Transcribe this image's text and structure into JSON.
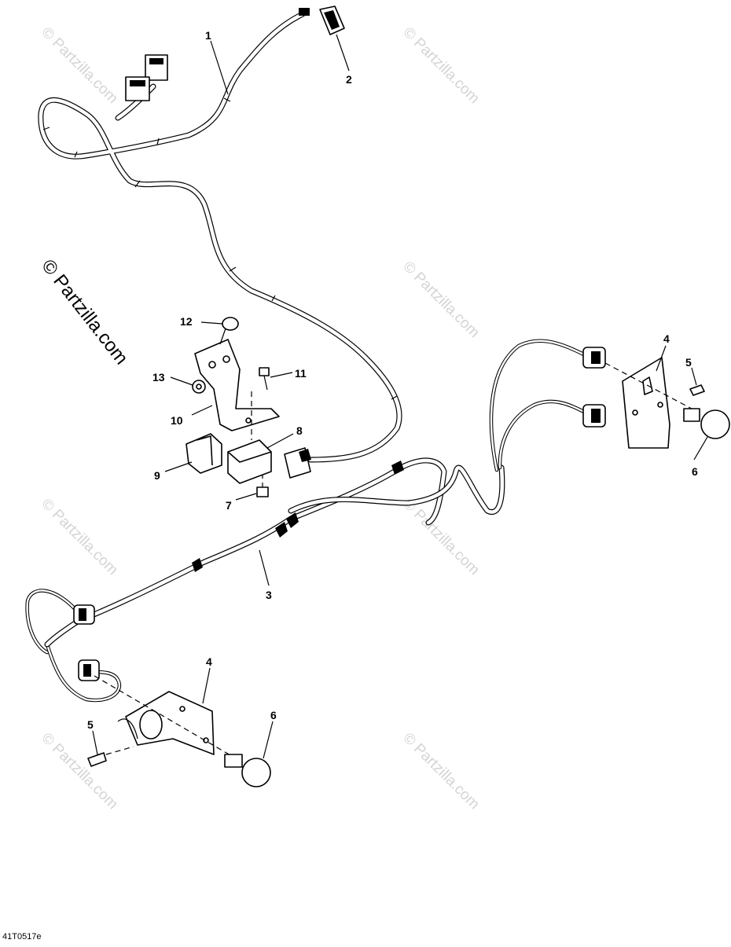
{
  "watermark": {
    "text": "© Partzilla.com"
  },
  "drawing_code": "41T0517e",
  "callouts": [
    {
      "id": "c1",
      "text": "1"
    },
    {
      "id": "c2",
      "text": "2"
    },
    {
      "id": "c3",
      "text": "3"
    },
    {
      "id": "c4a",
      "text": "4"
    },
    {
      "id": "c4b",
      "text": "4"
    },
    {
      "id": "c5a",
      "text": "5"
    },
    {
      "id": "c5b",
      "text": "5"
    },
    {
      "id": "c6a",
      "text": "6"
    },
    {
      "id": "c6b",
      "text": "6"
    },
    {
      "id": "c7",
      "text": "7"
    },
    {
      "id": "c8",
      "text": "8"
    },
    {
      "id": "c9",
      "text": "9"
    },
    {
      "id": "c10",
      "text": "10"
    },
    {
      "id": "c11",
      "text": "11"
    },
    {
      "id": "c12",
      "text": "12"
    },
    {
      "id": "c13",
      "text": "13"
    }
  ],
  "colors": {
    "line": "#000000",
    "watermark": "#d4d4d4",
    "background": "#ffffff"
  }
}
